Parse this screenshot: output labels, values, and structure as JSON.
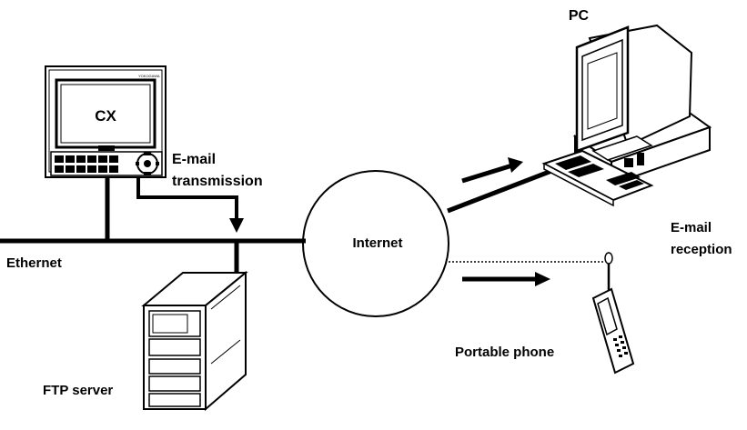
{
  "labels": {
    "cx": "CX",
    "email_transmission_line1": "E-mail",
    "email_transmission_line2": "transmission",
    "ethernet": "Ethernet",
    "internet": "Internet",
    "pc": "PC",
    "email_reception_line1": "E-mail",
    "email_reception_line2": "reception",
    "portable_phone": "Portable phone",
    "ftp_server": "FTP server",
    "device_brand": "YOKOGAWA"
  }
}
